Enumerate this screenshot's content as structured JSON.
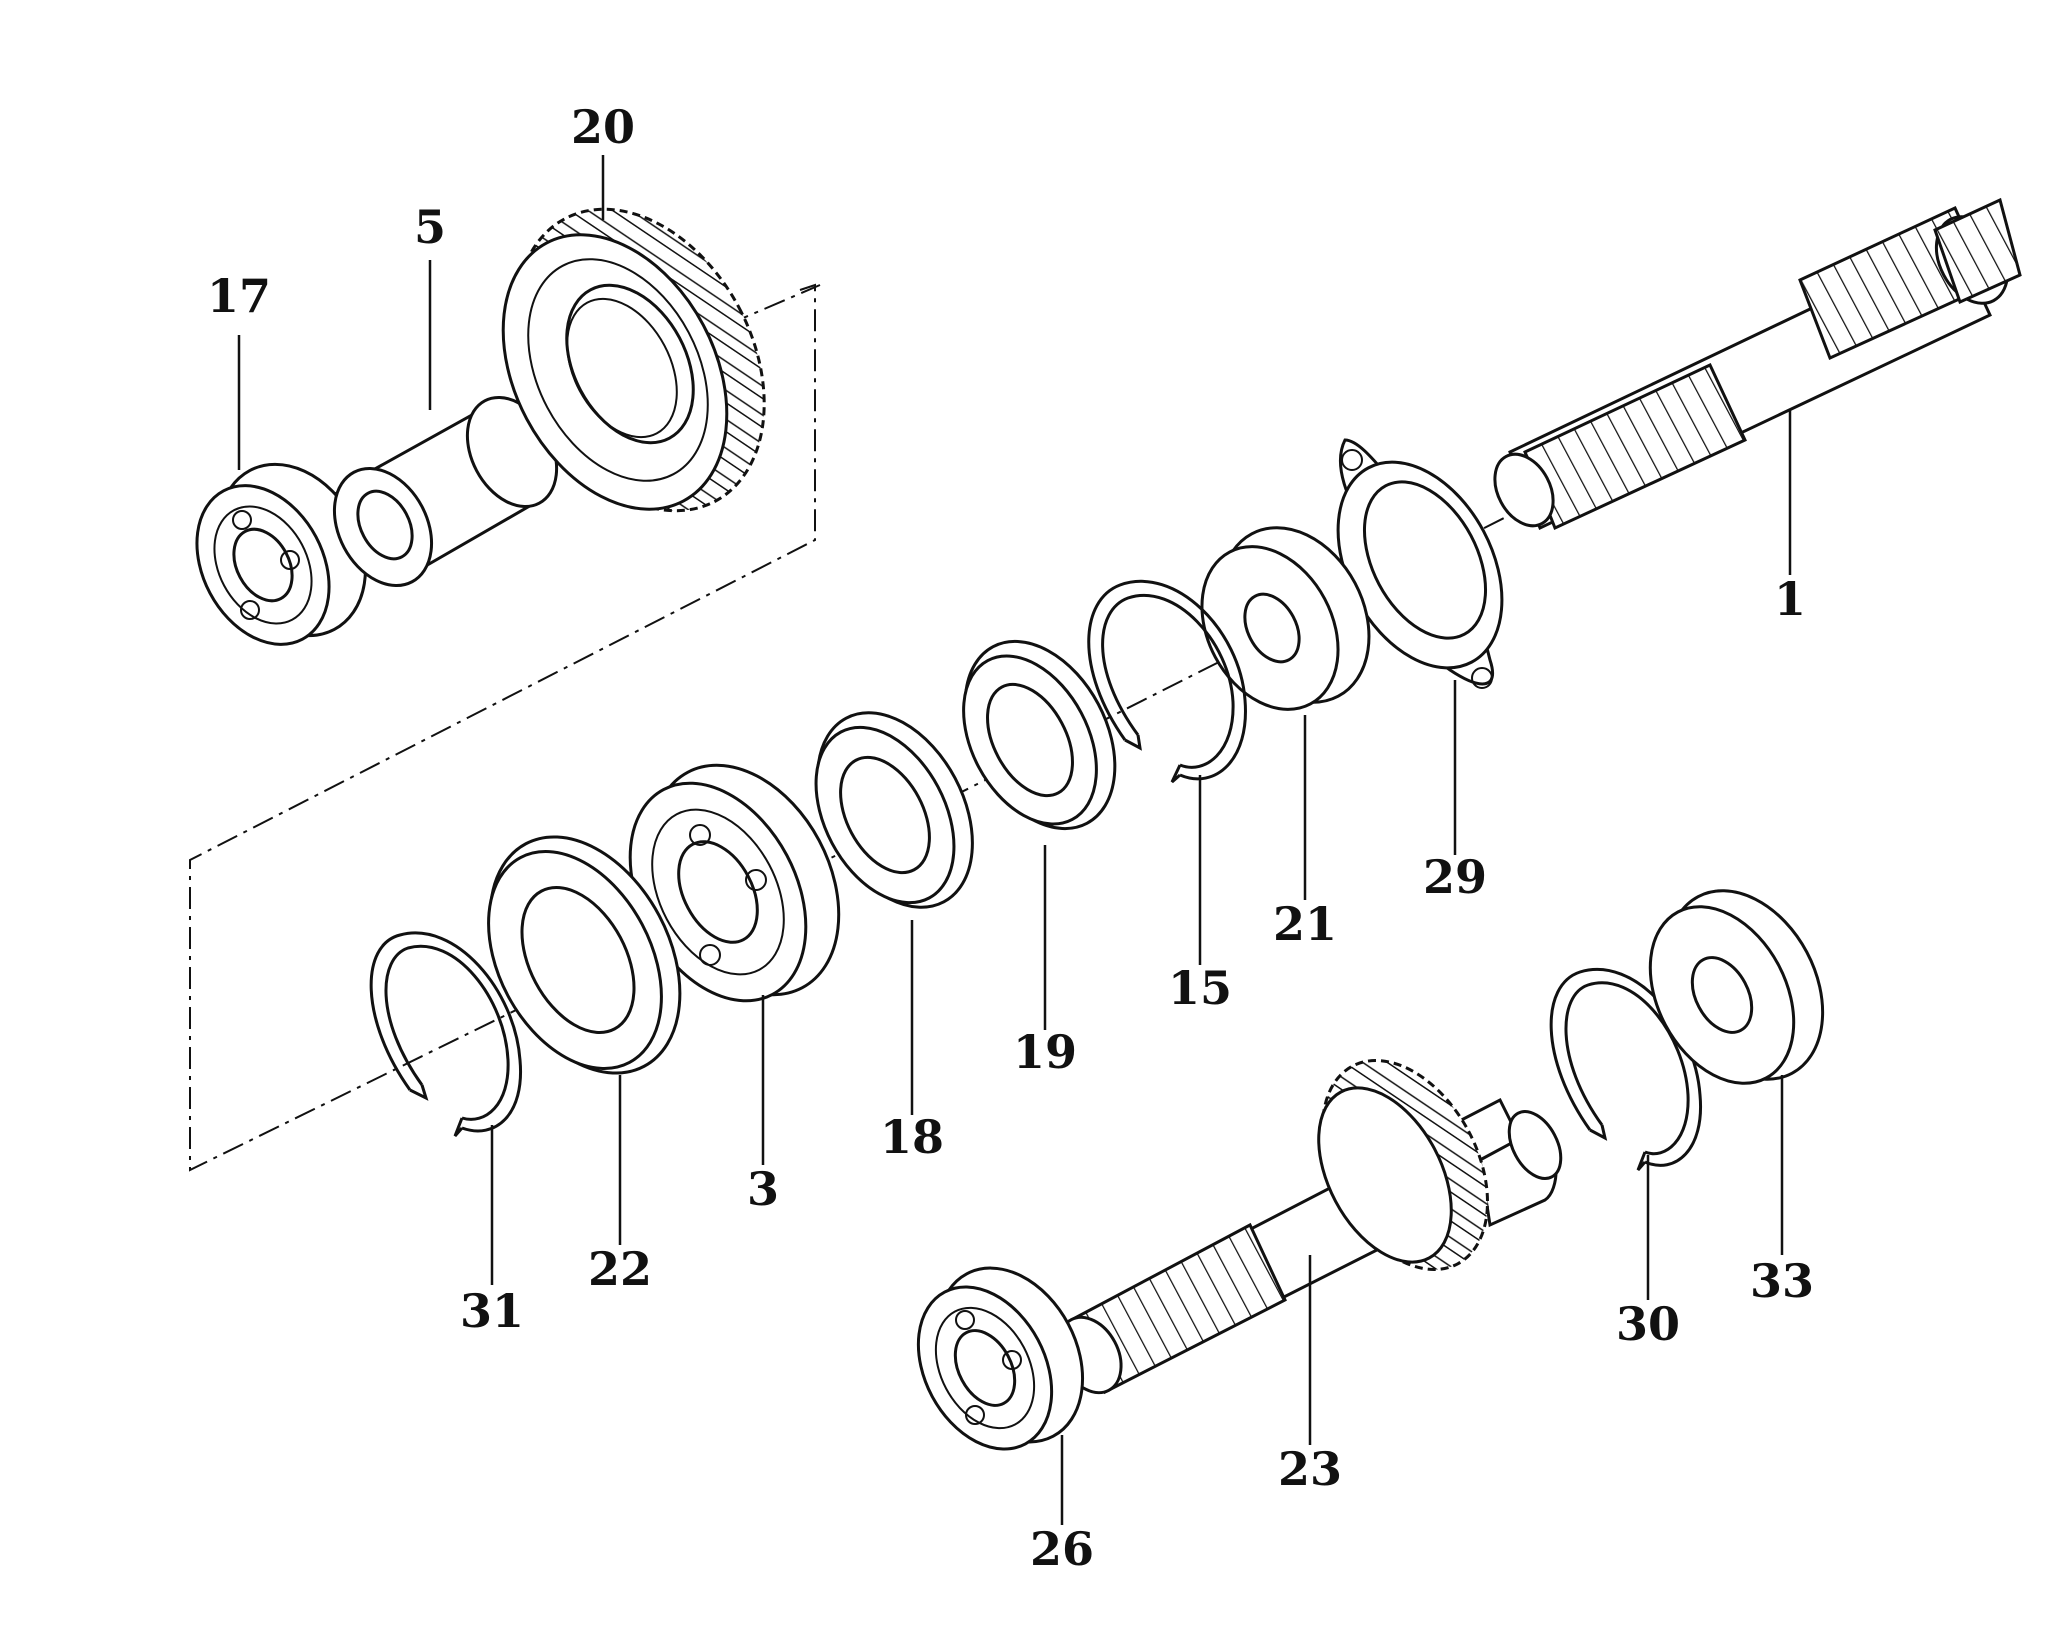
{
  "diagram": {
    "colors": {
      "line": "#111111",
      "background": "#ffffff"
    },
    "parts": [
      {
        "id": "p17",
        "label": "17",
        "icon": "ball-bearing-icon"
      },
      {
        "id": "p5",
        "label": "5",
        "icon": "bushing-sleeve-icon"
      },
      {
        "id": "p20",
        "label": "20",
        "icon": "spur-gear-icon"
      },
      {
        "id": "p1",
        "label": "1",
        "icon": "splined-shaft-icon"
      },
      {
        "id": "p29",
        "label": "29",
        "icon": "flange-gasket-icon"
      },
      {
        "id": "p21",
        "label": "21",
        "icon": "bearing-ring-icon"
      },
      {
        "id": "p15",
        "label": "15",
        "icon": "snap-ring-icon"
      },
      {
        "id": "p19",
        "label": "19",
        "icon": "seal-ring-icon"
      },
      {
        "id": "p18",
        "label": "18",
        "icon": "seal-ring-icon"
      },
      {
        "id": "p3",
        "label": "3",
        "icon": "ball-bearing-icon"
      },
      {
        "id": "p22",
        "label": "22",
        "icon": "seal-ring-icon"
      },
      {
        "id": "p31",
        "label": "31",
        "icon": "snap-ring-icon"
      },
      {
        "id": "p23",
        "label": "23",
        "icon": "gear-shaft-icon"
      },
      {
        "id": "p26",
        "label": "26",
        "icon": "ball-bearing-icon"
      },
      {
        "id": "p30",
        "label": "30",
        "icon": "snap-ring-icon"
      },
      {
        "id": "p33",
        "label": "33",
        "icon": "bearing-ring-icon"
      }
    ]
  }
}
